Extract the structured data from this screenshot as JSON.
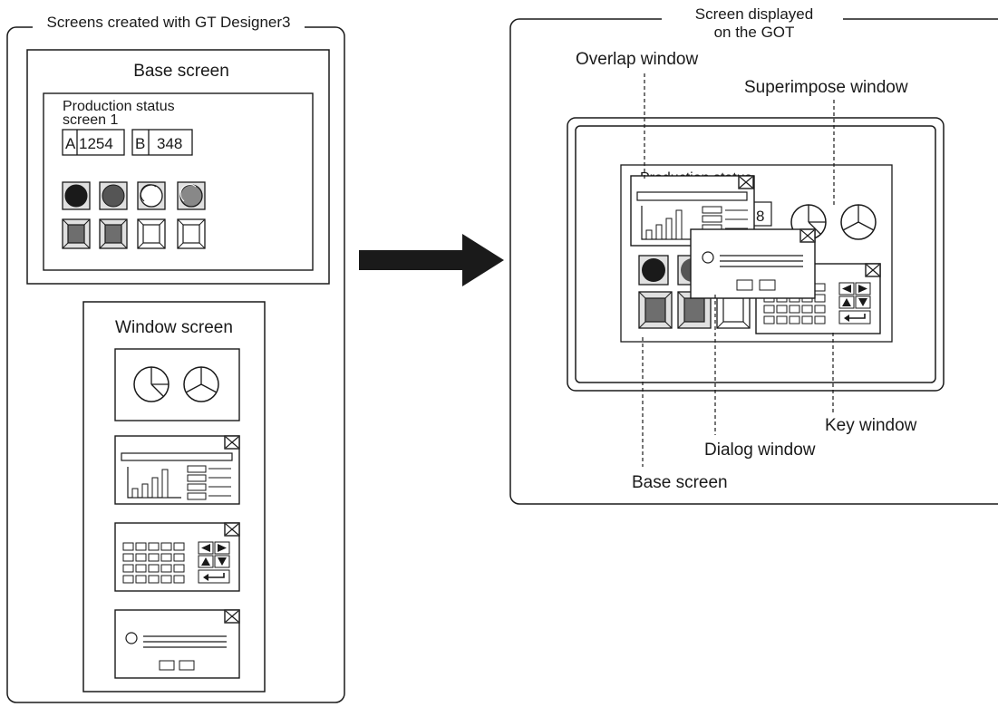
{
  "left_panel": {
    "title": "Screens created with GT Designer3",
    "base_screen": {
      "title": "Base screen",
      "content_label_line1": "Production status",
      "content_label_line2": "screen 1",
      "field_a_label": "A",
      "field_a_value": "1254",
      "field_b_label": "B",
      "field_b_value": "348"
    },
    "window_screen": {
      "title": "Window screen"
    }
  },
  "right_panel": {
    "title_line1": "Screen displayed",
    "title_line2": "on the GOT",
    "got_content_label": "Production status",
    "got_partial_value": "8",
    "callouts": {
      "overlap_window": "Overlap window",
      "superimpose_window": "Superimpose window",
      "key_window": "Key window",
      "dialog_window": "Dialog window",
      "base_screen": "Base screen"
    }
  },
  "colors": {
    "line": "#1a1a1a",
    "lamp_dark": "#1a1a1a",
    "lamp_mid": "#555555",
    "button_fill": "#6e6e6e",
    "arrow": "#1a1a1a"
  }
}
